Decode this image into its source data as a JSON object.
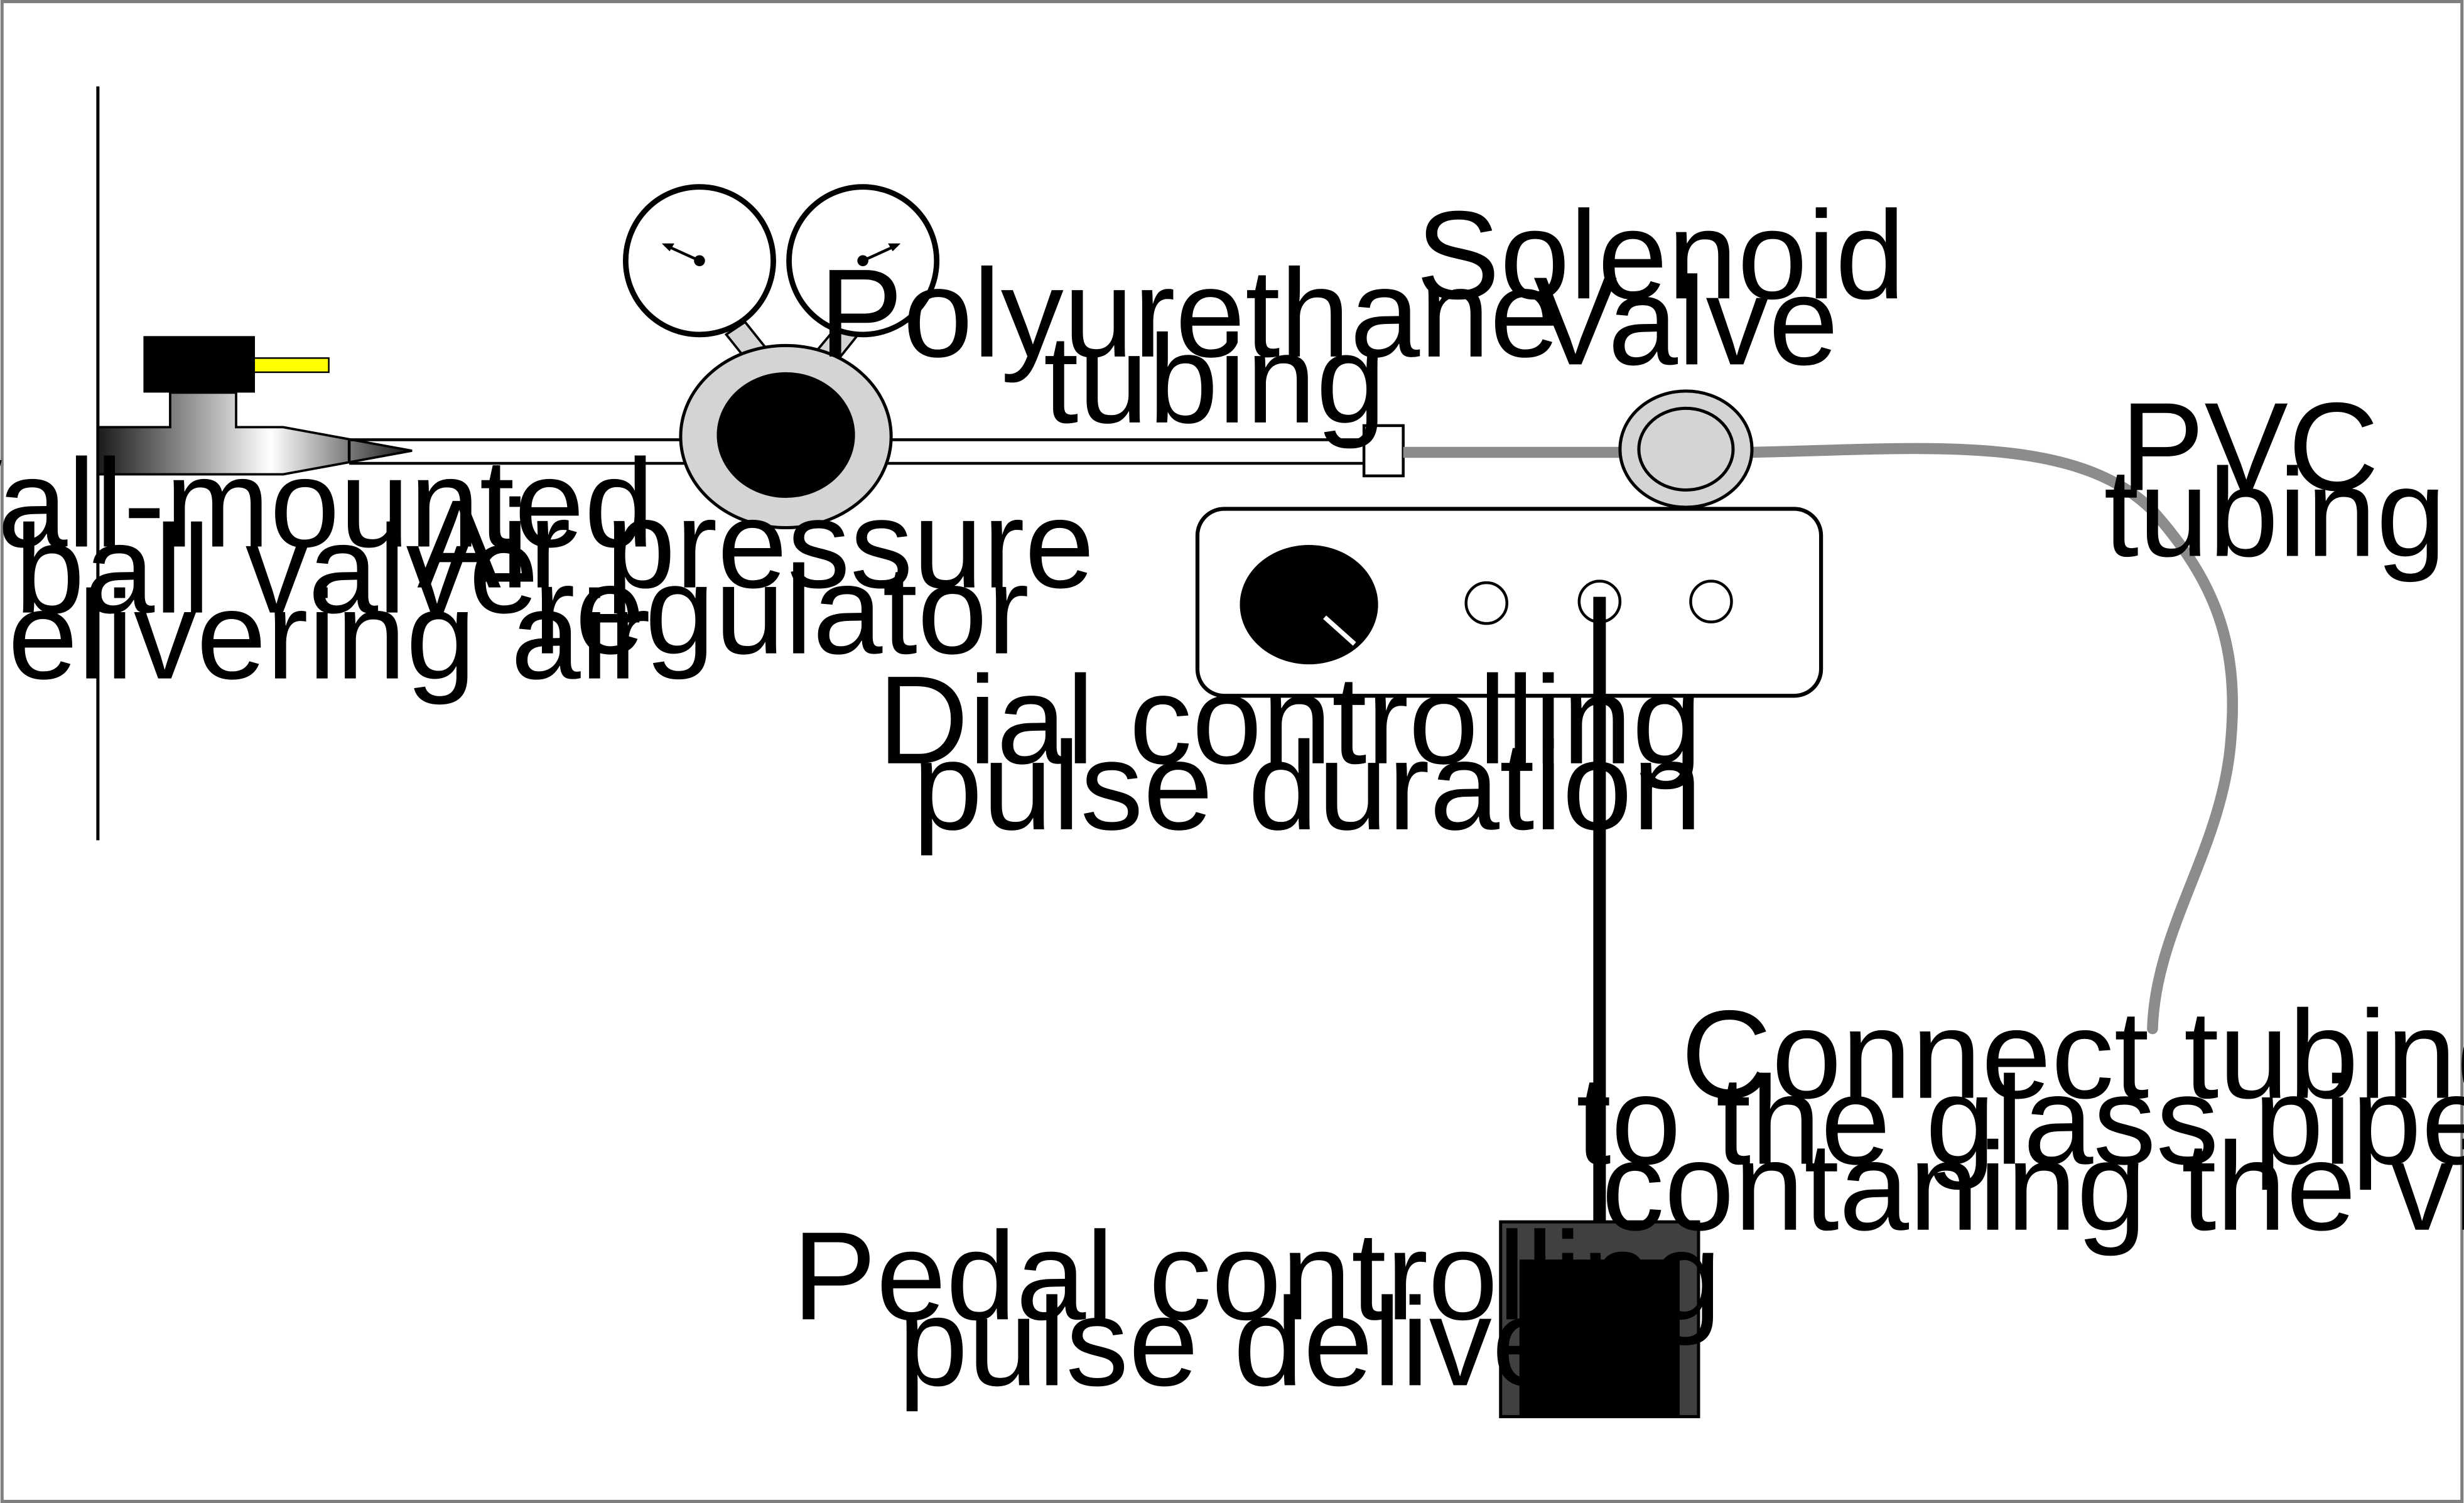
{
  "labels": {
    "wall_valve": [
      "Wall-mounted",
      "ball valve",
      "delivering air"
    ],
    "regulator": [
      "Air pressure",
      "regulator"
    ],
    "polyurethane": [
      "Polyurethane",
      "tubing"
    ],
    "solenoid": [
      "Solenoid",
      "Valve"
    ],
    "pvc": [
      "PVC",
      "tubing"
    ],
    "dial": [
      "Dial controlling",
      "pulse duration"
    ],
    "connect": [
      "Connect tubing",
      "to the glass pipette",
      "contaning the virus"
    ],
    "pedal": [
      "Pedal controlling",
      "pulse delivery"
    ]
  },
  "colors": {
    "border": "#7f7f7f",
    "ink": "#000000",
    "pvc_tubing": "#8c8c8c",
    "valve_lever": "#ffff00",
    "regulator_ring": "#d4d4d4",
    "pedal_base": "#404040"
  },
  "icons": {
    "gauges": [
      "pressure-gauge-icon",
      "pressure-gauge-icon"
    ],
    "dial": "rotary-dial-icon"
  }
}
